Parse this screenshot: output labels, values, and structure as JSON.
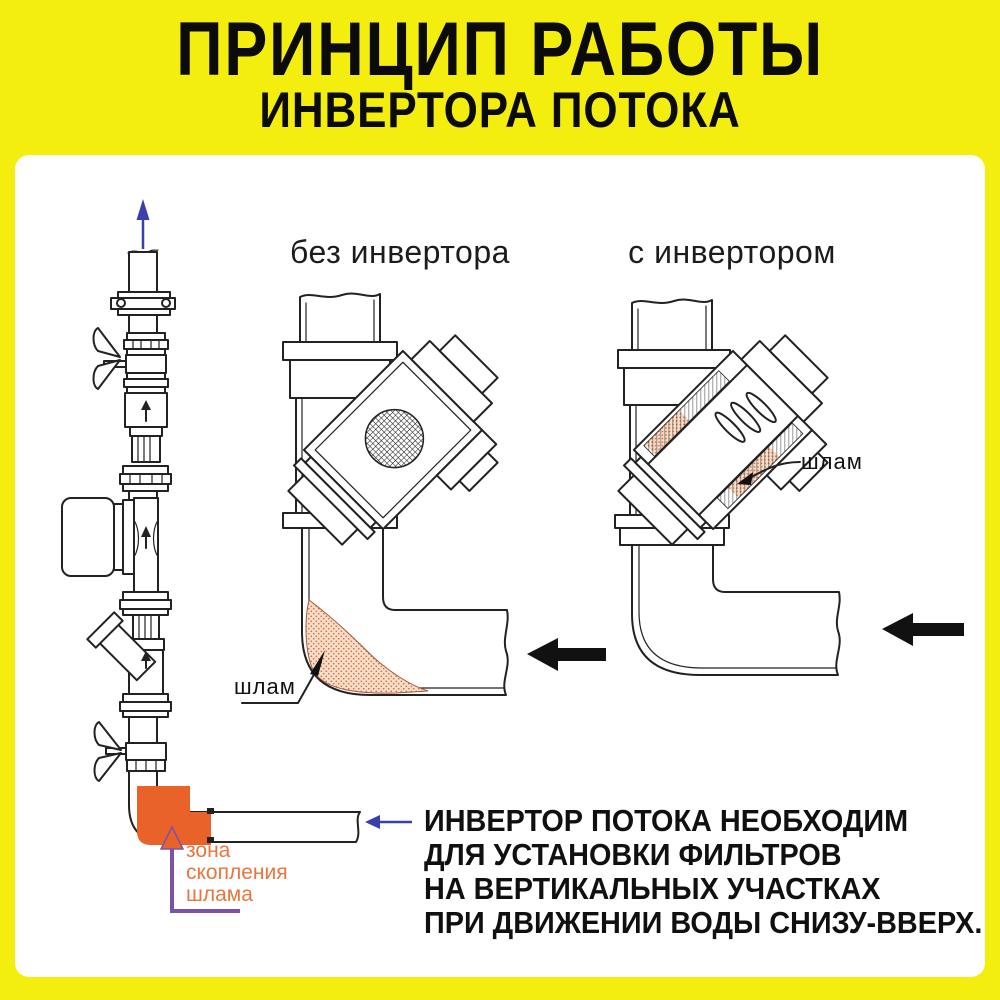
{
  "title": {
    "line1": "ПРИНЦИП РАБОТЫ",
    "line2": "ИНВЕРТОРА ПОТОКА"
  },
  "diagrams": {
    "without_inverter": {
      "label": "без инвертора",
      "sludge_label": "шлам"
    },
    "with_inverter": {
      "label": "с инвертором",
      "sludge_label": "шлам"
    }
  },
  "riser": {
    "sludge_zone_lines": [
      "зона",
      "скопления",
      "шлама"
    ]
  },
  "note": {
    "lines": [
      "ИНВЕРТОР ПОТОКА НЕОБХОДИМ",
      "ДЛЯ УСТАНОВКИ ФИЛЬТРОВ",
      "НА ВЕРТИКАЛЬНЫХ УЧАСТКАХ",
      "ПРИ ДВИЖЕНИИ ВОДЫ СНИЗУ-ВВЕРХ."
    ]
  },
  "colors": {
    "frame_yellow": "#f3ee0e",
    "panel_white": "#ffffff",
    "line_black": "#222222",
    "sludge_elbow_orange": "#e8622a",
    "sludge_text_orange": "#e8763c",
    "pointer_purple": "#7b52a8",
    "flow_blue": "#3a3fae",
    "sediment_dot": "#d96a42",
    "sediment_bg": "#f8dfca"
  }
}
